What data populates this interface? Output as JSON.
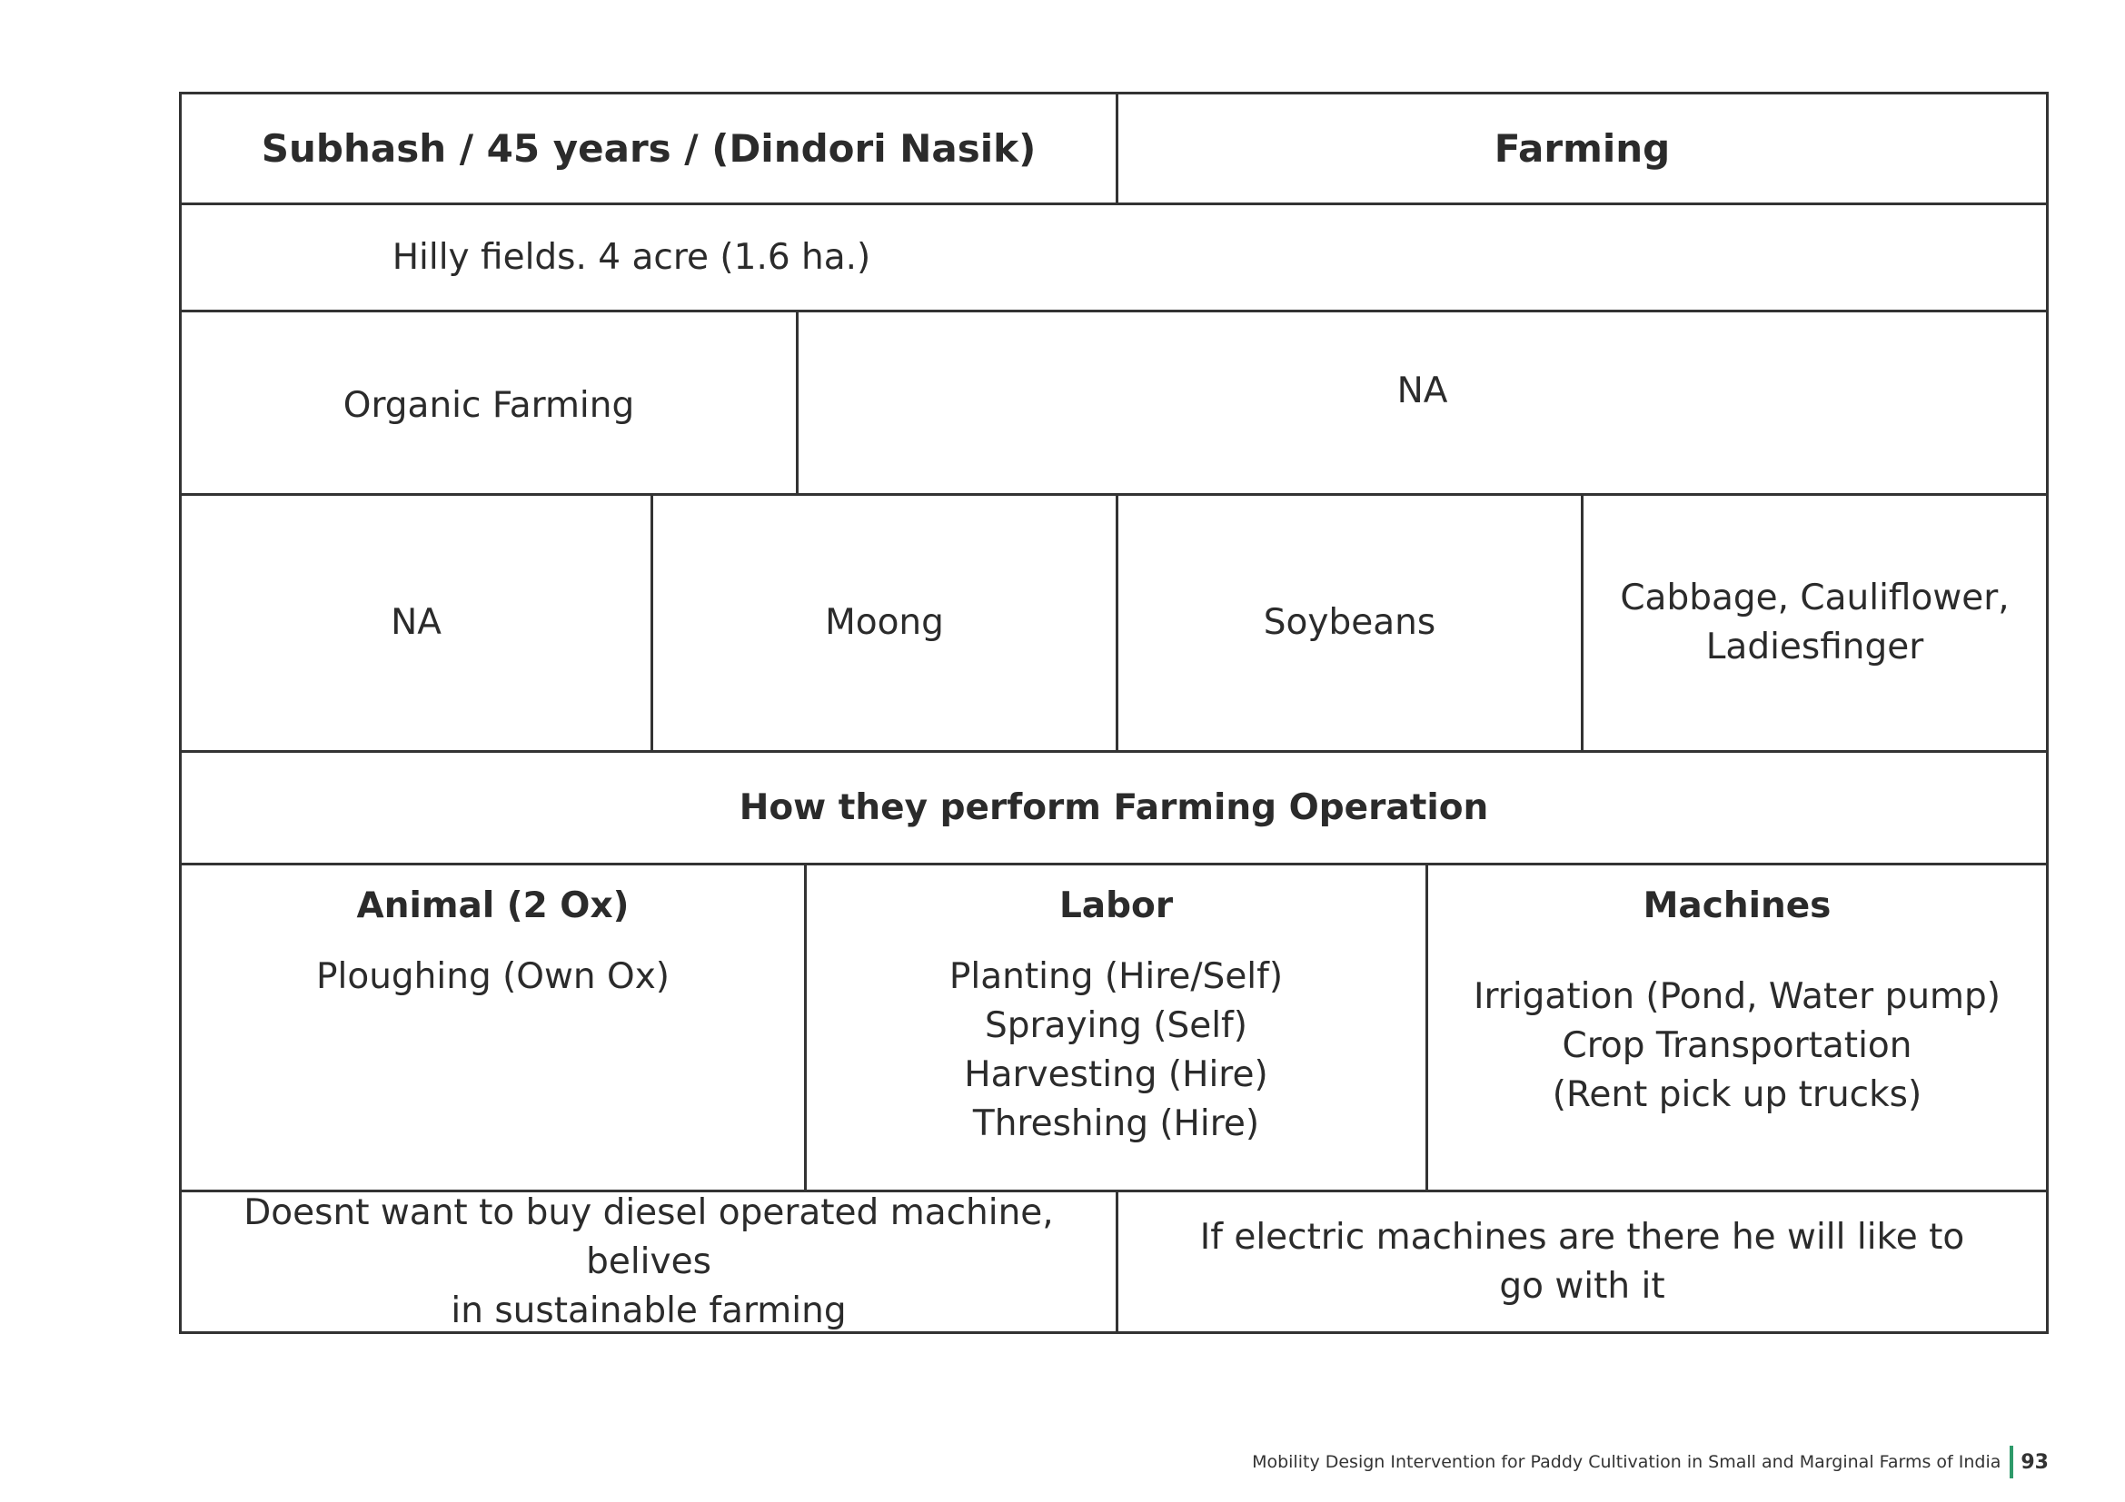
{
  "header": {
    "person": "Subhash / 45 years / (Dindori Nasik)",
    "occupation": "Farming"
  },
  "land": "Hilly fields. 4 acre (1.6 ha.)",
  "practice": {
    "type": "Organic Farming",
    "detail": "NA"
  },
  "crops": [
    {
      "lines": [
        "NA"
      ]
    },
    {
      "lines": [
        "Moong"
      ]
    },
    {
      "lines": [
        "Soybeans"
      ]
    },
    {
      "lines": [
        "Cabbage, Cauliflower,",
        "Ladiesfinger"
      ]
    }
  ],
  "operations_title": "How they perform Farming Operation",
  "operations": [
    {
      "head": "Animal (2 Ox)",
      "items": [
        "Ploughing (Own Ox)"
      ]
    },
    {
      "head": "Labor",
      "items": [
        "Planting (Hire/Self)",
        "Spraying (Self)",
        "Harvesting (Hire)",
        "Threshing (Hire)"
      ]
    },
    {
      "head": "Machines",
      "items": [
        "Irrigation (Pond, Water pump)",
        "Crop Transportation",
        "(Rent pick up trucks)"
      ]
    }
  ],
  "remarks": {
    "left": [
      "Doesnt want to buy diesel operated machine, belives",
      "in sustainable farming"
    ],
    "right": [
      "If electric machines are there he will like to",
      "go with it"
    ]
  },
  "footer": {
    "title": "Mobility Design Intervention for Paddy Cultivation in Small and Marginal Farms of India",
    "page": "93"
  }
}
